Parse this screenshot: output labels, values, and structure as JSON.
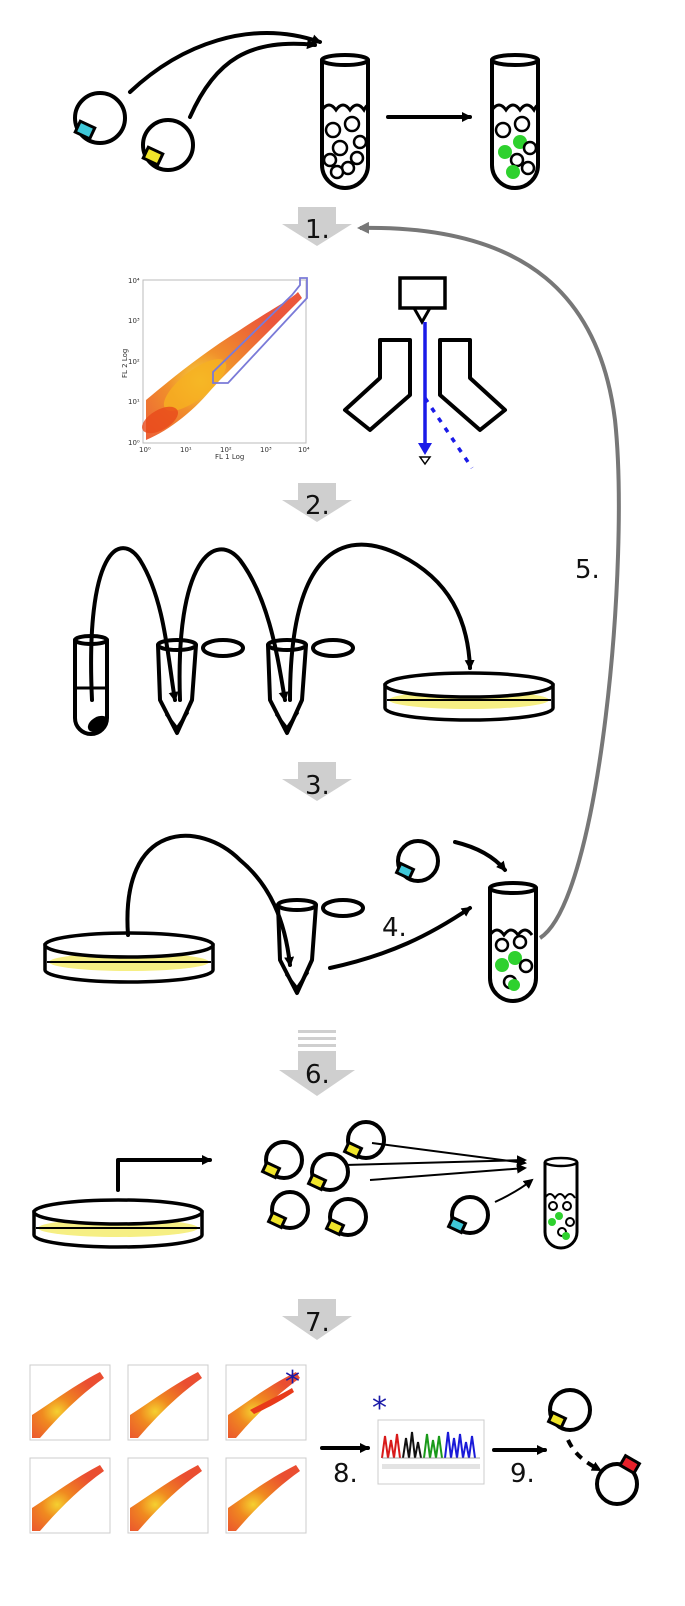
{
  "steps": [
    "1.",
    "2.",
    "3.",
    "4.",
    "5.",
    "6.",
    "7.",
    "8.",
    "9."
  ],
  "star": "*",
  "plot": {
    "y_axis_label": "FL 2 Log",
    "x_axis_label": "FL 1 Log",
    "y_ticks": [
      "10⁴",
      "10³",
      "10²",
      "10¹",
      "10⁰"
    ],
    "x_ticks": [
      "10⁰",
      "10¹",
      "10²",
      "10³",
      "10⁴"
    ]
  },
  "colors": {
    "cyan_tag": "#3ec7d8",
    "yellow_tag": "#f0e52a",
    "red_tag": "#e8202a",
    "green_cell": "#2ed12e",
    "agar": "#f6ef84",
    "flow_beam": "#1a1ae8",
    "gate": "#7a7ad8",
    "return_arrow": "#777777",
    "gray_step_arrow": "#cfcfcf"
  }
}
